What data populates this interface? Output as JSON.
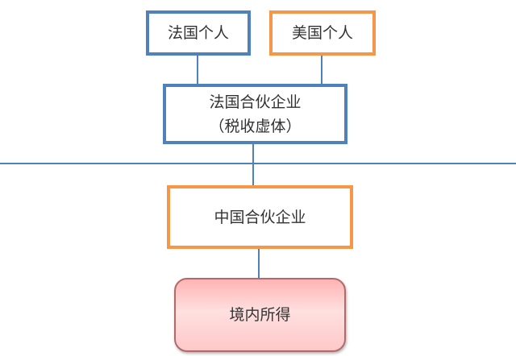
{
  "nodes": {
    "french_individual": "法国个人",
    "us_individual": "美国个人",
    "french_partnership": "法国合伙企业",
    "french_partnership_note": "（税收虚体）",
    "china_partnership": "中国合伙企业",
    "domestic_income": "境内所得"
  },
  "colors": {
    "blue": "#4f81bd",
    "orange": "#f79646",
    "pink": "#ffc8c8"
  }
}
